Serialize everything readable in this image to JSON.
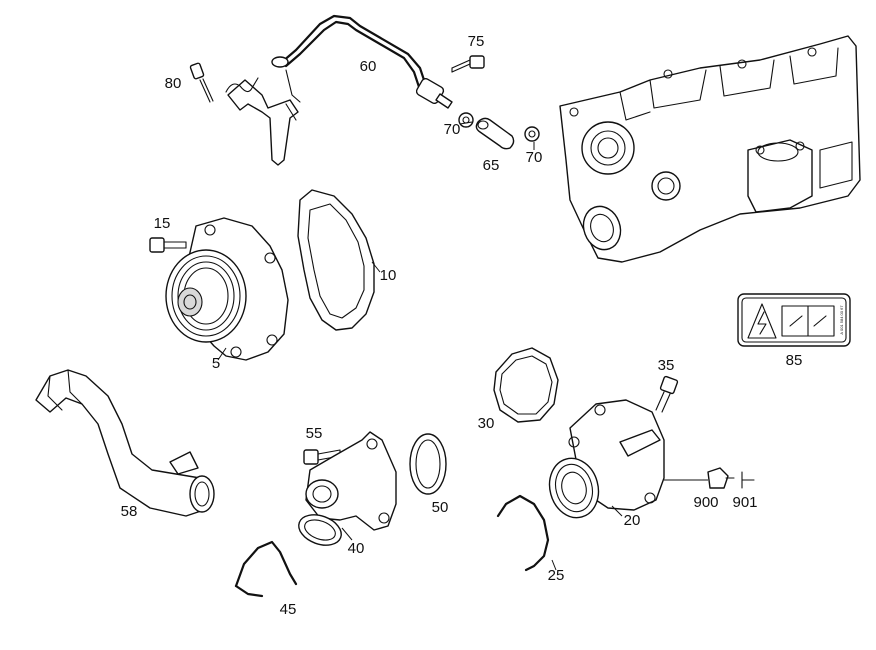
{
  "diagram": {
    "callouts": {
      "p80": "80",
      "p60": "60",
      "p75": "75",
      "p70a": "70",
      "p65": "65",
      "p70b": "70",
      "p15": "15",
      "p10": "10",
      "p5": "5",
      "p85": "85",
      "p35": "35",
      "p30": "30",
      "p55": "55",
      "p58": "58",
      "p50": "50",
      "p40": "40",
      "p20": "20",
      "p900": "900",
      "p901": "901",
      "p25": "25",
      "p45": "45"
    },
    "label_85_code": "A 001 584 00 67"
  }
}
